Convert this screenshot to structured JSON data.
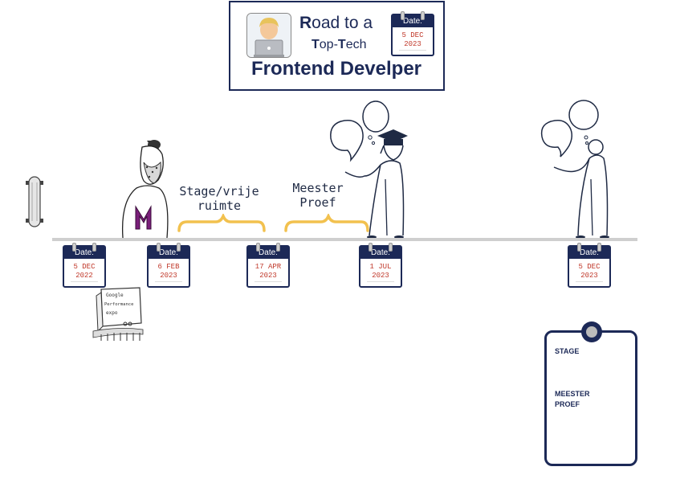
{
  "title": {
    "line1_lead": "R",
    "line1_rest": "oad to a",
    "line2_a": "T",
    "line2_b": "op-",
    "line2_c": "T",
    "line2_d": "ech",
    "main": "Frontend Develper"
  },
  "calendar": {
    "header": "Date:",
    "title_date": "5 DEC\n2023"
  },
  "milestones": [
    {
      "date": "5 DEC\n2022"
    },
    {
      "date": "6 FEB\n2023"
    },
    {
      "date": "17 APR\n2023"
    },
    {
      "date": "1 JUL\n2023"
    },
    {
      "date": "5 DEC\n2023"
    }
  ],
  "labels": {
    "stage": "Stage/vrije\nruimte",
    "meester": "Meester\n Proef"
  },
  "sticker": {
    "line1": "Google",
    "line2": "Performance",
    "line3": "expo"
  },
  "card": {
    "stage": "STAGE",
    "meester": "MEESTER\n  PROEF"
  },
  "colors": {
    "navy": "#1c2957",
    "bracket": "#f2c14e",
    "letter_m": "#7a1f7a",
    "date_red": "#c0392b",
    "timeline": "#cfcfcf"
  }
}
